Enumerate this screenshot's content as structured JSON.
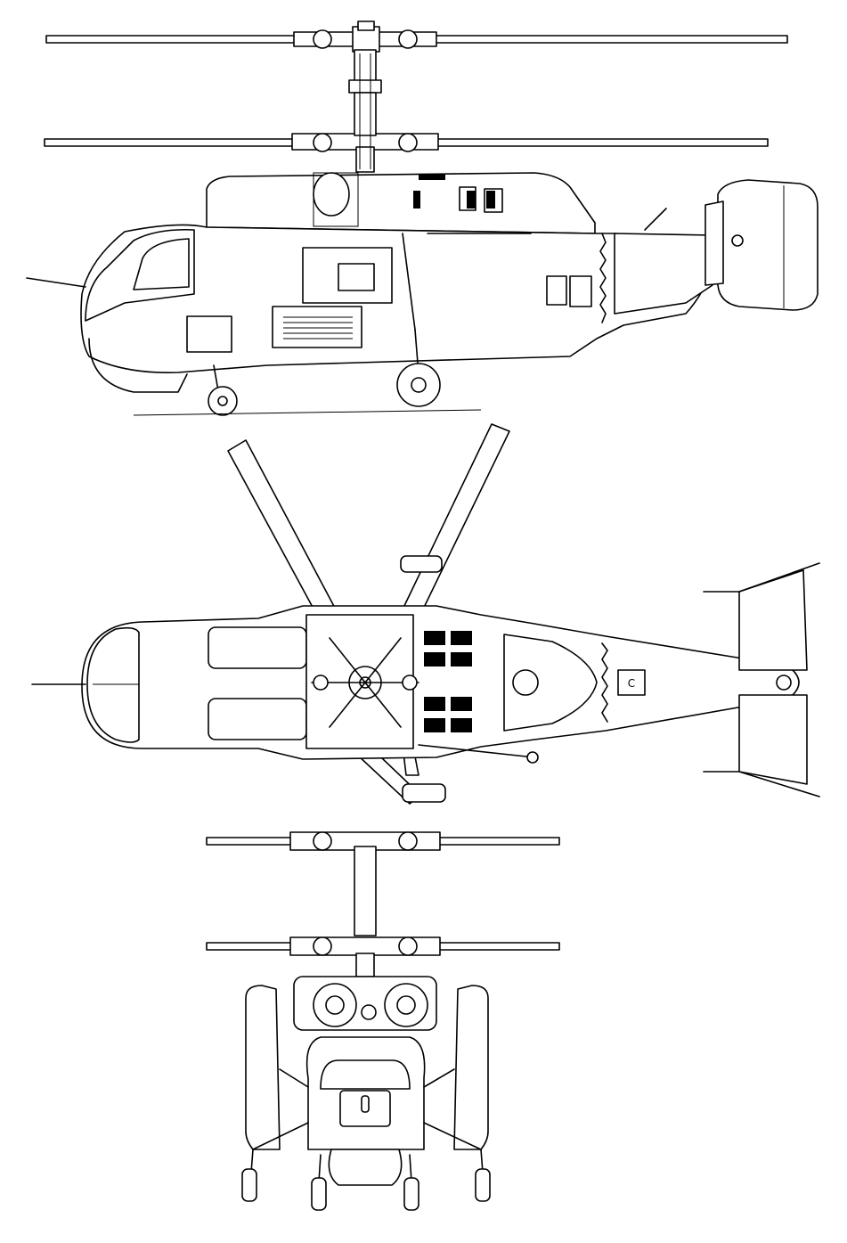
{
  "drawing": {
    "kind": "three-view line drawing",
    "views": [
      {
        "id": "side",
        "name": "side-view"
      },
      {
        "id": "top",
        "name": "top-view"
      },
      {
        "id": "front",
        "name": "front-view"
      }
    ],
    "colors": {
      "line": "#000000",
      "background": "#ffffff"
    },
    "labels": {
      "tail_marking": "C"
    }
  }
}
